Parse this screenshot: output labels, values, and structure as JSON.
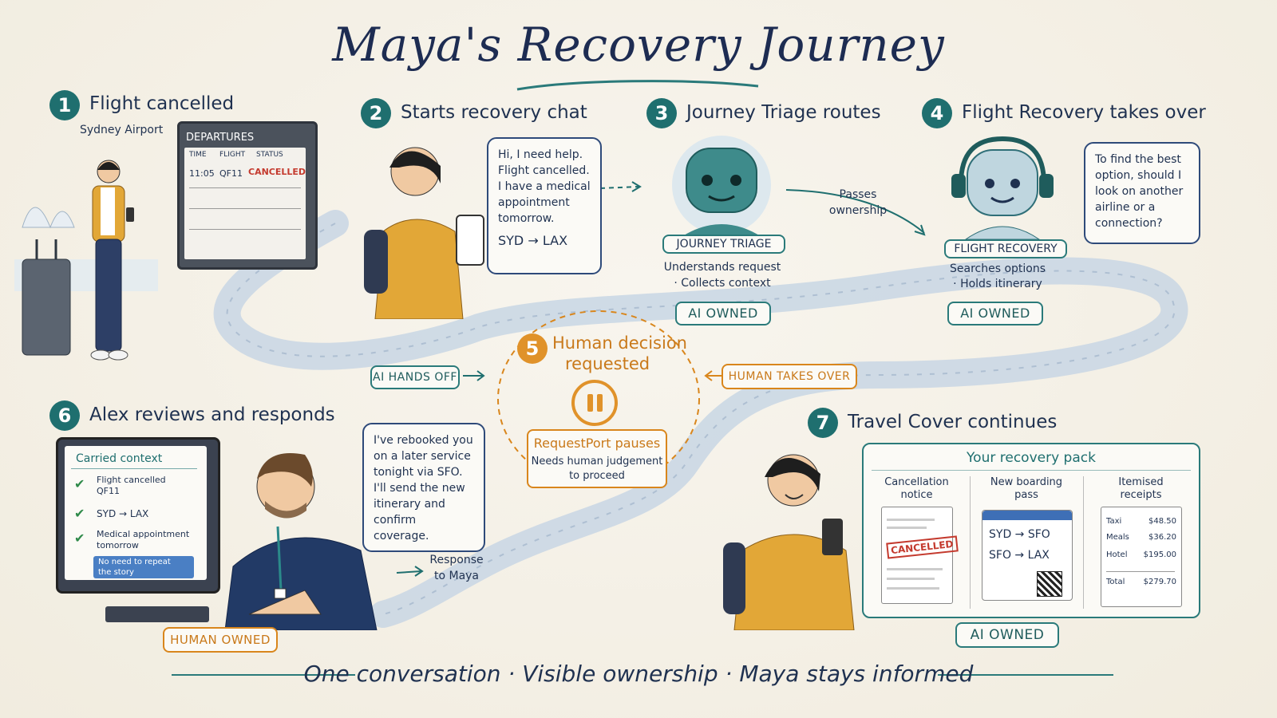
{
  "title": "Maya's Recovery Journey",
  "footer": "One conversation · Visible ownership · Maya stays informed",
  "steps": {
    "s1": {
      "num": "1",
      "title": "Flight cancelled",
      "subtitle": "Sydney Airport"
    },
    "s2": {
      "num": "2",
      "title": "Starts recovery chat"
    },
    "s3": {
      "num": "3",
      "title": "Journey Triage routes"
    },
    "s4": {
      "num": "4",
      "title": "Flight Recovery takes over"
    },
    "s5": {
      "num": "5",
      "title_line1": "Human decision",
      "title_line2": "requested"
    },
    "s6": {
      "num": "6",
      "title": "Alex reviews and responds"
    },
    "s7": {
      "num": "7",
      "title": "Travel Cover continues"
    }
  },
  "board": {
    "heading": "DEPARTURES",
    "col_time": "TIME",
    "col_flight": "FLIGHT",
    "col_status": "STATUS",
    "row_time": "11:05",
    "row_flight": "QF11",
    "row_status": "CANCELLED"
  },
  "chat_bubble": {
    "lines": [
      "Hi, I need help.",
      "Flight cancelled.",
      "I have a medical",
      "appointment",
      "tomorrow."
    ],
    "route_from": "SYD",
    "route_to": "LAX"
  },
  "triage": {
    "label": "JOURNEY TRIAGE",
    "desc1": "Understands request",
    "desc2": "· Collects context",
    "owned": "AI OWNED"
  },
  "passes_ownership": {
    "line1": "Passes",
    "line2": "ownership"
  },
  "recovery": {
    "label": "FLIGHT RECOVERY",
    "desc1": "Searches options",
    "desc2": "· Holds itinerary",
    "owned": "AI OWNED",
    "bubble_lines": [
      "To find the best",
      "option, should I",
      "look on another",
      "airline or a",
      "connection?"
    ]
  },
  "handoff": {
    "ai_hands_off": "AI HANDS OFF",
    "human_takes_over": "HUMAN TAKES OVER",
    "pause_label": "RequestPort pauses",
    "pause_desc1": "Needs human judgement",
    "pause_desc2": "to proceed"
  },
  "alex": {
    "context_title": "Carried context",
    "items": [
      {
        "line1": "Flight cancelled",
        "line2": "QF11"
      },
      {
        "line1": "SYD → LAX",
        "line2": ""
      },
      {
        "line1": "Medical appointment",
        "line2": "tomorrow"
      }
    ],
    "no_repeat_line1": "No need to repeat",
    "no_repeat_line2": "the story",
    "bubble_lines": [
      "I've rebooked you",
      "on a later service",
      "tonight via SFO.",
      "I'll send the new",
      "itinerary and",
      "confirm coverage."
    ],
    "response_line1": "Response",
    "response_line2": "to Maya",
    "owned": "HUMAN OWNED"
  },
  "pack": {
    "title": "Your recovery pack",
    "col1_line1": "Cancellation",
    "col1_line2": "notice",
    "stamp": "CANCELLED",
    "col2_line1": "New boarding",
    "col2_line2": "pass",
    "leg1_from": "SYD",
    "leg1_to": "SFO",
    "leg2_from": "SFO",
    "leg2_to": "LAX",
    "col3_line1": "Itemised",
    "col3_line2": "receipts",
    "receipts": [
      {
        "item": "Taxi",
        "amount": "$48.50"
      },
      {
        "item": "Meals",
        "amount": "$36.20"
      },
      {
        "item": "Hotel",
        "amount": "$195.00"
      }
    ],
    "total_label": "Total",
    "total_amount": "$279.70",
    "owned": "AI OWNED"
  },
  "colors": {
    "teal": "#1f6f6f",
    "navy": "#1f3150",
    "orange": "#d9861c",
    "path": "#c9d6e3"
  }
}
